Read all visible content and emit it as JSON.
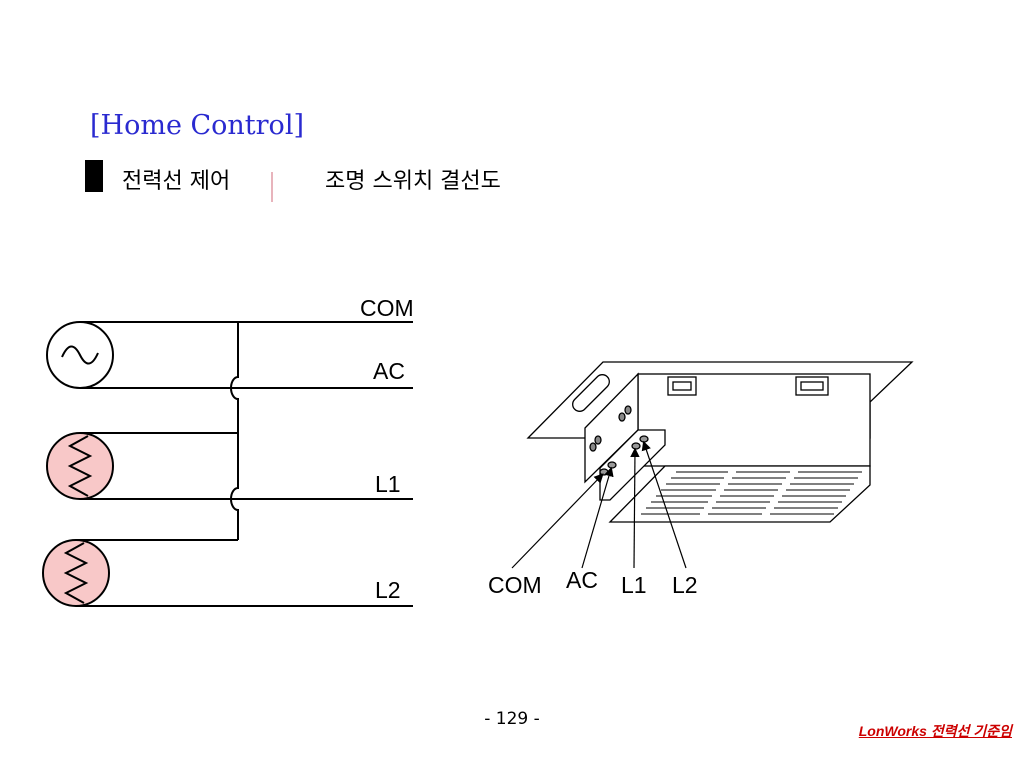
{
  "header": {
    "title": "[Home Control]"
  },
  "section": {
    "label": "전력선 제어",
    "subtitle": "조명 스위치 결선도"
  },
  "circuit": {
    "labels": {
      "com": "COM",
      "ac": "AC",
      "l1": "L1",
      "l2": "L2"
    }
  },
  "device": {
    "labels": {
      "com": "COM",
      "ac": "AC",
      "l1": "L1",
      "l2": "L2"
    }
  },
  "footer": {
    "page_number": "- 129 -",
    "note": "LonWorks 전력선 기준임"
  },
  "colors": {
    "title": "#2a2ad0",
    "lamp_fill": "#f8c8c8",
    "divider": "#e8b4bc",
    "footer_note": "#cc0000",
    "line": "#000000"
  }
}
